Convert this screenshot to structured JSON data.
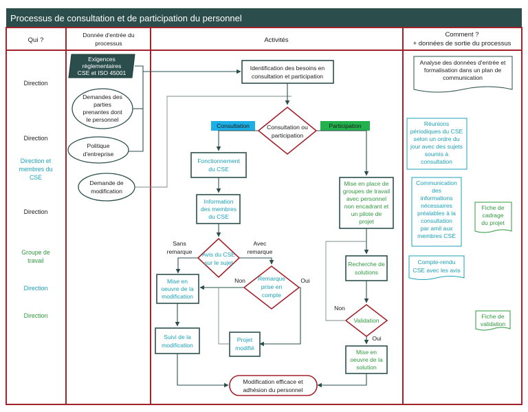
{
  "title": "Processus de consultation et de participation du personnel",
  "columns": {
    "who": "Qui ?",
    "input": [
      "Donnée d'entrée du",
      "processus"
    ],
    "activities": "Activités",
    "output": [
      "Comment ?",
      "+ données de sortie du processus"
    ]
  },
  "roles": {
    "r1": "Direction",
    "r2": "Direction",
    "r3": [
      "Direction et",
      "membres du",
      "CSE"
    ],
    "r4": "Direction",
    "r5": [
      "Groupe de",
      "travail"
    ],
    "r6": "Direction",
    "r7": "Direction"
  },
  "inputs": {
    "exigences": [
      "Exigences",
      "règlementaires",
      "CSE et ISO 45001"
    ],
    "demandes_parties": [
      "Demandes des",
      "parties",
      "prenantes dont",
      "le personnel"
    ],
    "politique": [
      "Politique",
      "d'entreprise"
    ],
    "demande_modif": [
      "Demande de",
      "modification"
    ]
  },
  "activities": {
    "identification": [
      "Identification des besoins en",
      "consultation et participation"
    ],
    "decision_type": [
      "Consultation ou",
      "participation"
    ],
    "consultation_tag": "Consultation",
    "participation_tag": "Participation",
    "fonctionnement": [
      "Fonctionnement",
      "du CSE"
    ],
    "information": [
      "Information",
      "des membres",
      "du CSE"
    ],
    "avis": [
      "Avis du CSE",
      "sur le sujet"
    ],
    "sans_remarque": [
      "Sans",
      "remarque"
    ],
    "avec_remarque": [
      "Avec",
      "remarque"
    ],
    "remarque_prise": [
      "Remarque",
      "prise en",
      "compte"
    ],
    "non1": "Non",
    "oui1": "Oui",
    "mise_oeuvre_modif": [
      "Mise en",
      "oeuvre de la",
      "modification"
    ],
    "suivi": [
      "Suivi de la",
      "modification"
    ],
    "projet_modifie": [
      "Projet",
      "modifié"
    ],
    "groupes_travail": [
      "Mise en place de",
      "groupes de travail",
      "avec personnel",
      "non encadrant et",
      "un pilote de",
      "projet"
    ],
    "recherche": [
      "Recherche de",
      "solutions"
    ],
    "validation": "Validation",
    "non2": "Non",
    "oui2": "Oui",
    "mise_oeuvre_solution": [
      "Mise en",
      "oeuvre de la",
      "solution"
    ],
    "final": [
      "Modification efficace et",
      "adhésion du personnel"
    ]
  },
  "outputs": {
    "analyse": [
      "Analyse des données d'entrée et",
      "formalisation dans un plan de",
      "communication"
    ],
    "reunions": [
      "Réunions",
      "périodiques du CSE",
      "selon un ordre du",
      "jour avec des sujets",
      "soumis à",
      "consultation"
    ],
    "communication": [
      "Communication",
      "des",
      "informations",
      "nécessaires",
      "préalables à la",
      "consultation",
      "par amil aux",
      "membres CSE"
    ],
    "fiche_cadrage": [
      "Fiche de",
      "cadrage",
      "du projet"
    ],
    "compte_rendu": [
      "Compte-rendu",
      "CSE avec les avis"
    ],
    "fiche_validation": [
      "Fiche de",
      "validation"
    ]
  },
  "colors": {
    "border_red": "#a3212b",
    "title_bg": "#2b4e4c",
    "box_stroke": "#2b4e4c",
    "consultation_bg": "#1cb0e6",
    "participation_bg": "#23b14d",
    "teal_text": "#1ba1b8",
    "green_text": "#2e9a3e"
  }
}
